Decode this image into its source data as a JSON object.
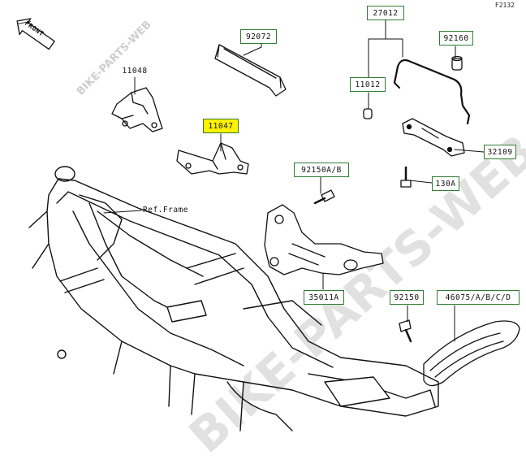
{
  "figure_id": "F2132",
  "front_label": "FRONT",
  "frame_reference": "Ref.Frame",
  "watermark_text": "BIKE-PARTS-WEB",
  "highlight_color": "#fff200",
  "label_border_color": "#2e7d32",
  "parts": [
    {
      "code": "92072",
      "highlighted": false
    },
    {
      "code": "11048",
      "highlighted": false
    },
    {
      "code": "11047",
      "highlighted": true
    },
    {
      "code": "27012",
      "highlighted": false
    },
    {
      "code": "92160",
      "highlighted": false
    },
    {
      "code": "11012",
      "highlighted": false
    },
    {
      "code": "32109",
      "highlighted": false
    },
    {
      "code": "92150A/B",
      "highlighted": false
    },
    {
      "code": "130A",
      "highlighted": false
    },
    {
      "code": "35011A",
      "highlighted": false
    },
    {
      "code": "92150",
      "highlighted": false
    },
    {
      "code": "46075/A/B/C/D",
      "highlighted": false
    }
  ]
}
